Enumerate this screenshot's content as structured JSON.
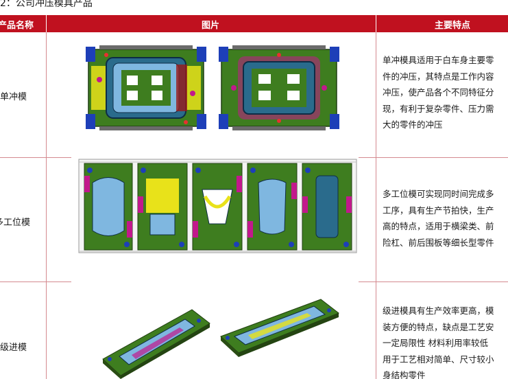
{
  "caption": "2：公司冲压模具产品",
  "table": {
    "headers": {
      "name": "产品名称",
      "image": "图片",
      "features": "主要特点"
    },
    "rows": [
      {
        "name": "单冲模",
        "features": [
          "单冲模具适用于白车身主要零",
          "件的冲压，其特点是工作内容",
          "冲压，使产品各个不同特征分",
          "现，有利于复杂零件、压力需",
          "大的零件的冲压"
        ]
      },
      {
        "name": "多工位模",
        "features": [
          "多工位模可实现同时间完成多",
          "工序，具有生产节拍快，生产",
          "高的特点，适用于横梁类、前",
          "险杠、前后围板等细长型零件"
        ]
      },
      {
        "name": "级进模",
        "features": [
          "级进模具有生产效率更高，模",
          "装方便的特点，缺点是工艺安",
          "一定局限性  材料利用率较低",
          "用于工艺相对简单、尺寸较小",
          "身结构零件"
        ]
      }
    ]
  },
  "colors": {
    "header_bg": "#c0111f",
    "grid_line": "#d48a8f",
    "mold_green": "#3e7d1f",
    "mold_blue": "#1d3fb8",
    "mold_yellow": "#e8e21a",
    "mold_magenta": "#c2188c"
  }
}
